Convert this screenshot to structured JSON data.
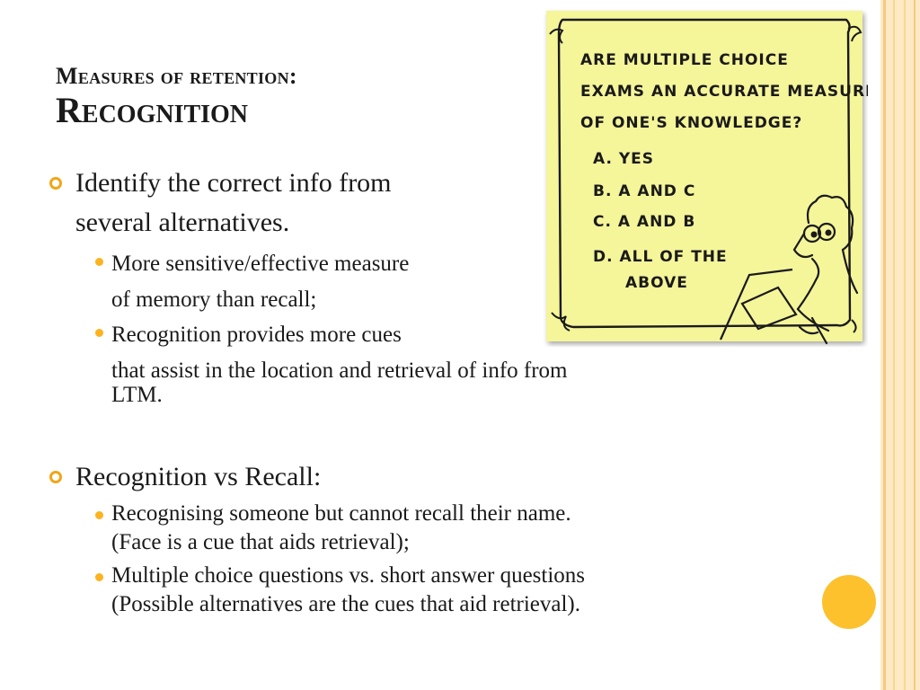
{
  "slide": {
    "title_line1": "Measures of retention:",
    "title_line2": "Recognition",
    "points": [
      {
        "text_line1": "Identify the correct info from",
        "text_line2": "several alternatives.",
        "subpoints": [
          {
            "line1": "More sensitive/effective measure",
            "line2": "of memory than recall;"
          },
          {
            "line1": "Recognition provides more cues",
            "line2": "that assist in the location and retrieval of info from",
            "line3": "LTM."
          }
        ]
      },
      {
        "text_line1": "Recognition vs Recall:",
        "subpoints": [
          {
            "line1": "Recognising someone but cannot recall their name.",
            "line2": "(Face is a cue that aids retrieval);"
          },
          {
            "line1": "Multiple choice questions vs. short answer questions",
            "line2": "(Possible alternatives are the cues that aid retrieval)."
          }
        ]
      }
    ]
  },
  "cartoon": {
    "lines": [
      "ARE MULTIPLE CHOICE",
      "EXAMS AN ACCURATE MEASURE",
      "OF ONE'S KNOWLEDGE?",
      "A. YES",
      "B. A AND C",
      "C. A AND B",
      "D. ALL OF THE",
      "ABOVE"
    ],
    "background_color": "#f5f59a",
    "ink_color": "#1a1a1a"
  },
  "theme": {
    "accent": "#fcc12c",
    "bullet_color": "#f2a516",
    "edge_color": "#fde9c4"
  }
}
